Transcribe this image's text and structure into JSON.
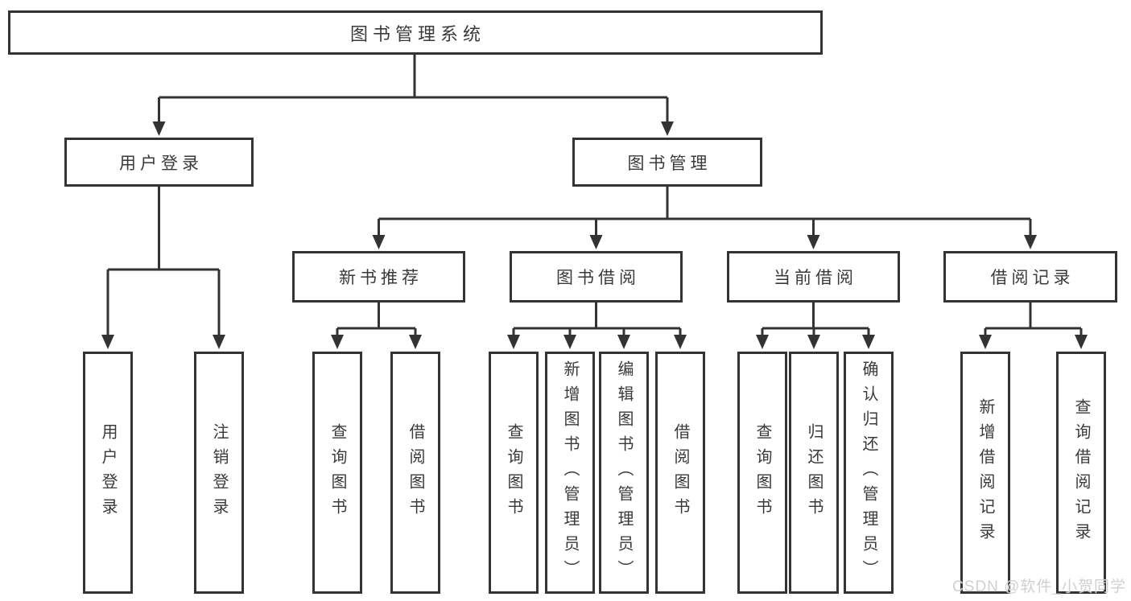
{
  "tree": {
    "root": {
      "label": "图书管理系统"
    },
    "level2": [
      {
        "label": "用户登录",
        "leaves": [
          "用户登录",
          "注销登录"
        ]
      },
      {
        "label": "图书管理",
        "children": [
          {
            "label": "新书推荐",
            "leaves": [
              "查询图书",
              "借阅图书"
            ]
          },
          {
            "label": "图书借阅",
            "leaves": [
              "查询图书",
              "新增图书（管理员）",
              "编辑图书（管理员）",
              "借阅图书"
            ]
          },
          {
            "label": "当前借阅",
            "leaves": [
              "查询图书",
              "归还图书",
              "确认归还（管理员）"
            ]
          },
          {
            "label": "借阅记录",
            "leaves": [
              "新增借阅记录",
              "查询借阅记录"
            ]
          }
        ]
      }
    ]
  },
  "line_color": "#333333",
  "watermark": {
    "text": "CSDN @软件_小贺同学"
  }
}
